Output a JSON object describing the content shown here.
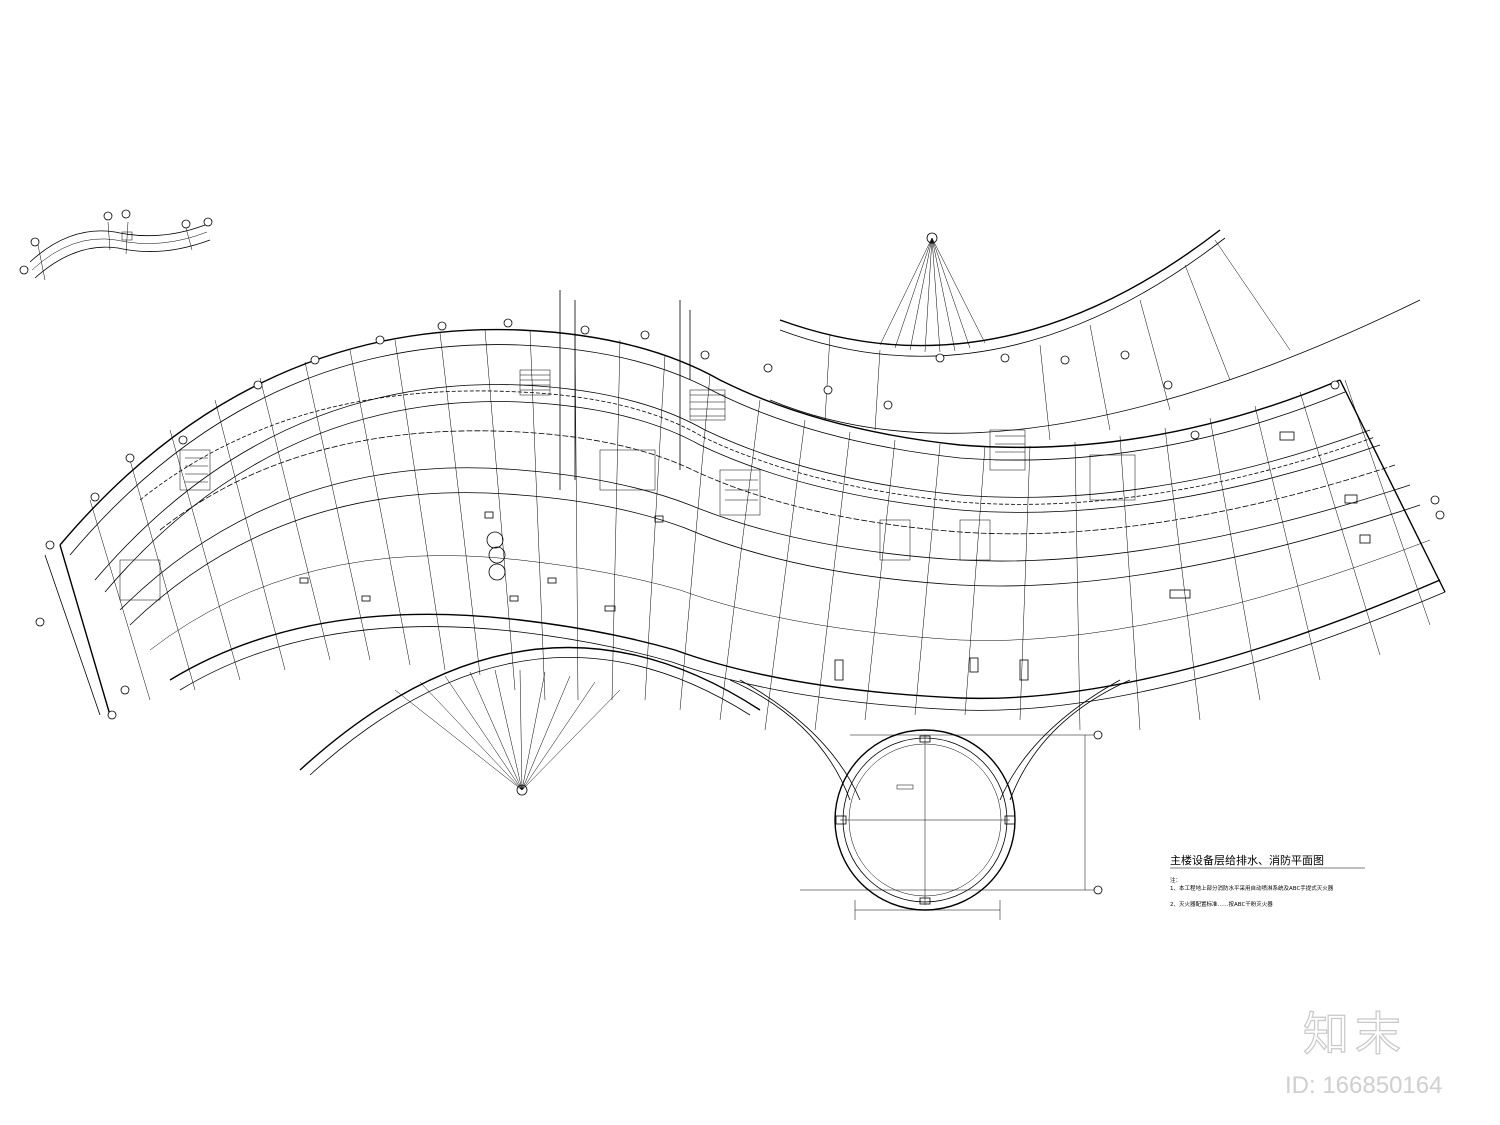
{
  "drawing": {
    "title": "主楼设备层给排水、消防平面图",
    "key_plan_label": "",
    "notes": [
      "注：",
      "1、本工程地上部分消防水平采用自动喷淋系统及ABC手提式灭火器",
      "2、灭火器配置标准……按ABC干粉灭火器"
    ]
  },
  "watermark": {
    "logo": "知末",
    "id_text": "ID: 166850164"
  }
}
